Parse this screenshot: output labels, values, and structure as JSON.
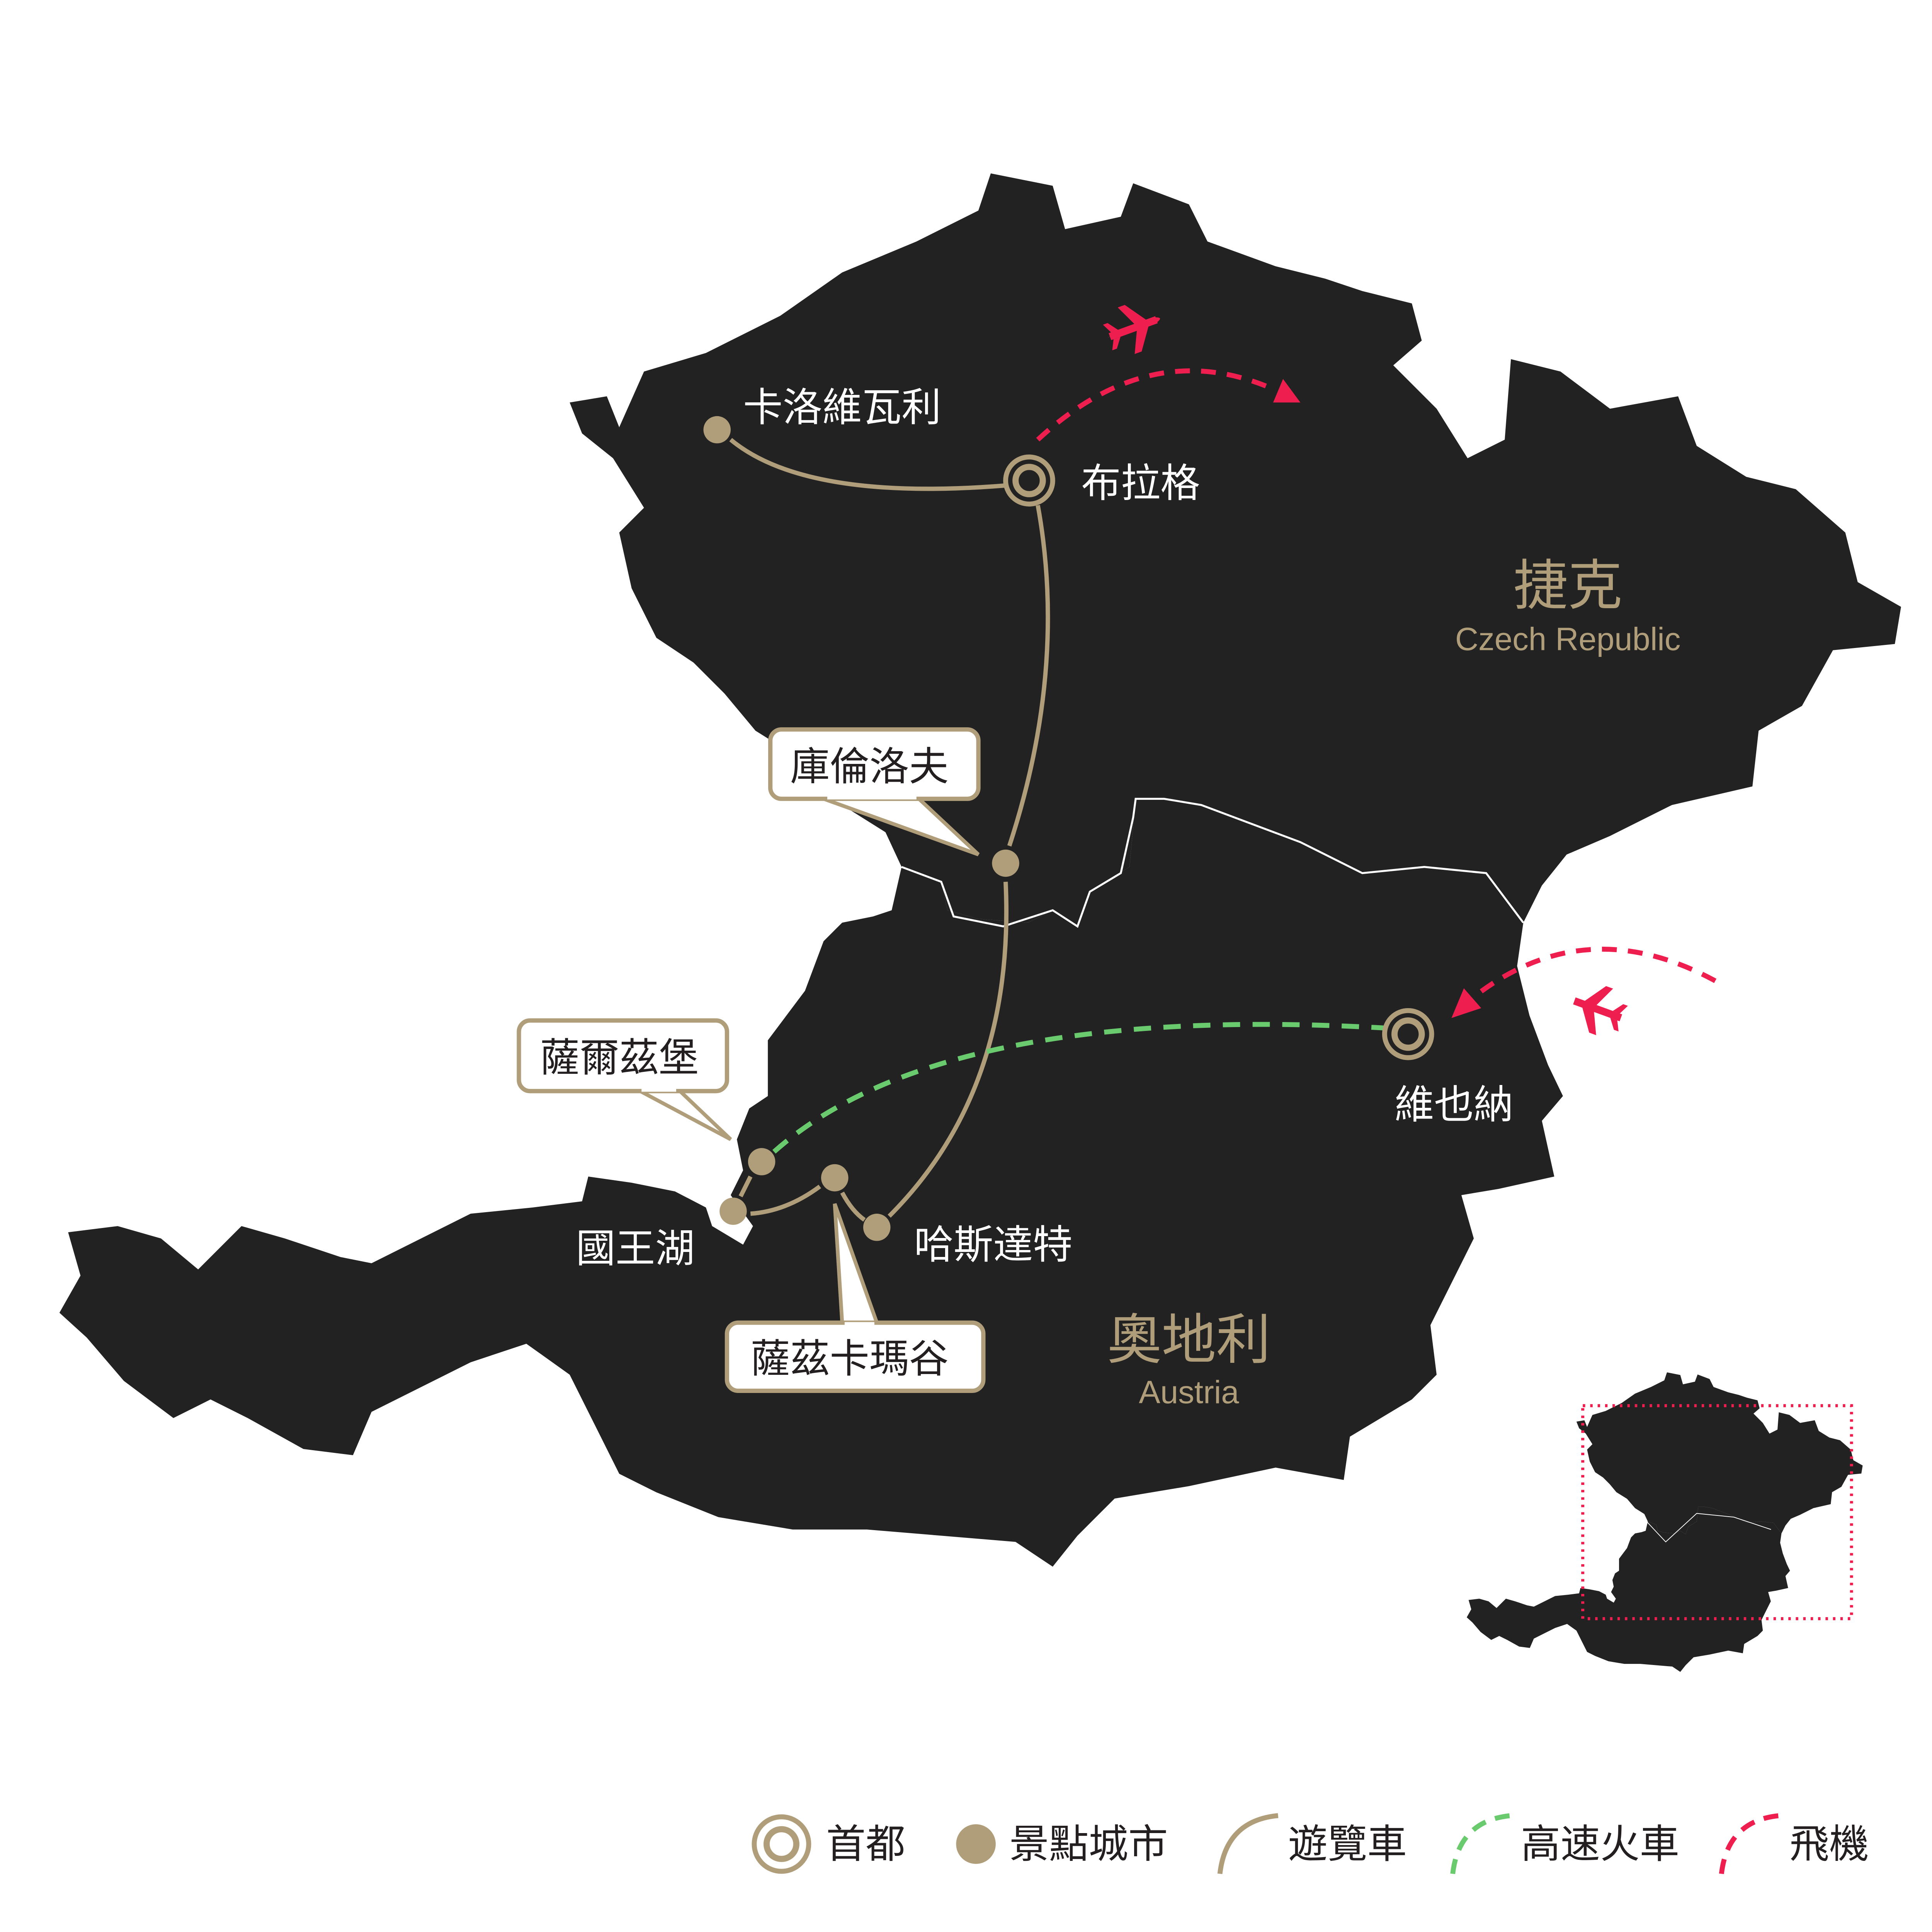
{
  "colors": {
    "land": "#222222",
    "route_tan": "#b09e7b",
    "train_green": "#6acb6e",
    "flight_red": "#ee1e4f",
    "border": "#ffffff"
  },
  "countries": [
    {
      "name_zh": "捷克",
      "name_en": "Czech Republic"
    },
    {
      "name_zh": "奧地利",
      "name_en": "Austria"
    }
  ],
  "cities": {
    "karlovy_vary": "卡洛維瓦利",
    "prague": "布拉格",
    "cesky_krumlov": "庫倫洛夫",
    "salzburg": "薩爾茲堡",
    "konigssee": "國王湖",
    "salzkammergut": "薩茲卡瑪谷",
    "hallstatt": "哈斯達特",
    "vienna": "維也納"
  },
  "legend": {
    "capital": "首都",
    "city": "景點城市",
    "coach": "遊覽車",
    "train": "高速火車",
    "flight": "飛機"
  }
}
